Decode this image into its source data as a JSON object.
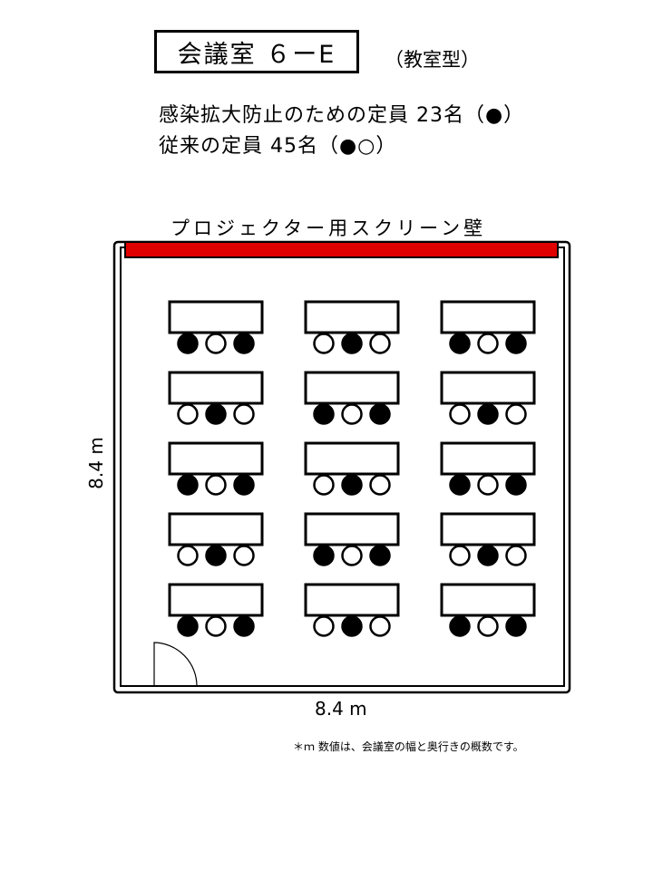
{
  "title": "会議室 ６ーE",
  "layout_style": "（教室型）",
  "capacity": {
    "infection_line": "感染拡大防止のための定員 23名（●）",
    "normal_line": "従来の定員 45名（●○）"
  },
  "wall_label": "プロジェクター用スクリーン壁",
  "dimensions": {
    "width_label": "8.4 m",
    "depth_label": "8.4 m"
  },
  "footnote": "＊ｍ 数値は、会議室の幅と奥行きの概数です。",
  "colors": {
    "screen": "#e00000",
    "ink": "#000000",
    "background": "#ffffff"
  },
  "seating": [
    [
      "●○●",
      "○●○",
      "●○●"
    ],
    [
      "○●○",
      "●○●",
      "○●○"
    ],
    [
      "●○●",
      "○●○",
      "●○●"
    ],
    [
      "○●○",
      "●○●",
      "○●○"
    ],
    [
      "●○●",
      "○●○",
      "●○●"
    ]
  ]
}
